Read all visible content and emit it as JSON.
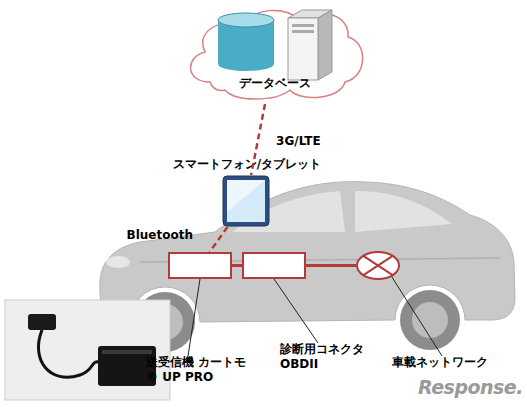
{
  "diagram": {
    "nodes": [
      {
        "text": [
          "データベース"
        ]
      },
      {
        "text": [
          "スマートフォン/タブレット"
        ]
      },
      {
        "text": [
          "送受信機 カートモ® UP PRO"
        ]
      },
      {
        "text": [
          "診断用コネクタ OBDII"
        ]
      },
      {
        "text": [
          "車載ネットワーク"
        ]
      }
    ],
    "edges": [
      {
        "from": 0,
        "to": 1,
        "label": "3G/LTE",
        "arrow": "none"
      },
      {
        "from": 1,
        "to": 2,
        "label": "Bluetooth",
        "arrow": "none"
      },
      {
        "from": 2,
        "to": 3,
        "arrow": "none"
      },
      {
        "from": 3,
        "to": 4,
        "arrow": "none"
      }
    ],
    "labels": [
      "Response."
    ]
  }
}
